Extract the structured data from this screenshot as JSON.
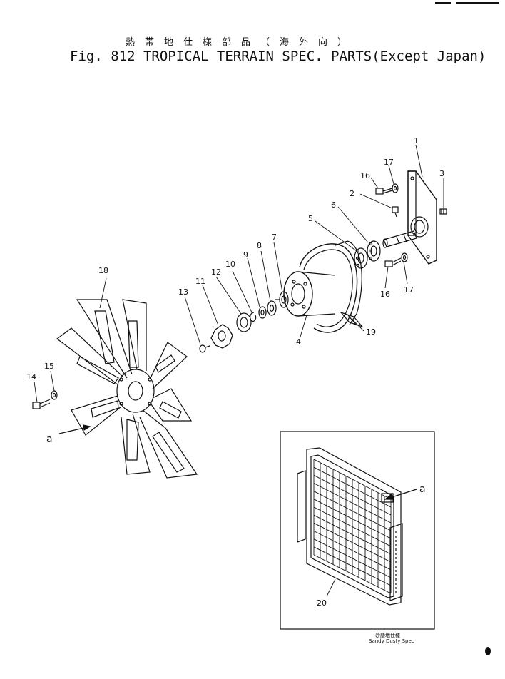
{
  "title": {
    "japanese": "熱帯地仕様部品（海外向）",
    "english": "Fig. 812 TROPICAL TERRAIN SPEC. PARTS(Except Japan)"
  },
  "callouts": [
    "1",
    "2",
    "3",
    "4",
    "5",
    "6",
    "7",
    "8",
    "9",
    "10",
    "11",
    "12",
    "13",
    "14",
    "15",
    "16",
    "16",
    "17",
    "17",
    "18",
    "19",
    "20"
  ],
  "reference_marks": [
    "a",
    "a"
  ],
  "inset": {
    "note_japanese": "砂塵地仕様",
    "note_english": "Sandy Dusty Spec"
  }
}
